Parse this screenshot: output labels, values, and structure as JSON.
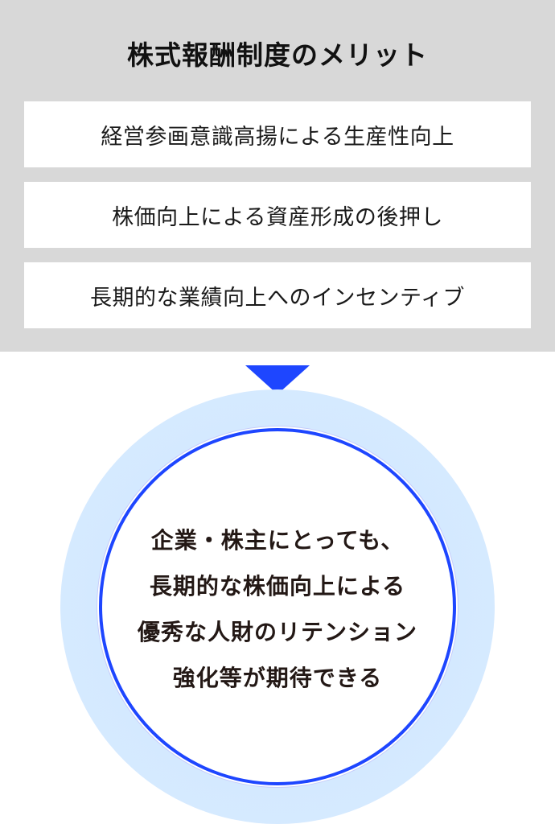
{
  "header": {
    "title": "株式報酬制度のメリット"
  },
  "merits": [
    {
      "label": "経営参画意識高揚による生産性向上"
    },
    {
      "label": "株価向上による資産形成の後押し"
    },
    {
      "label": "長期的な業績向上へのインセンティブ"
    }
  ],
  "arrow": {
    "icon": "triangle-down-icon",
    "color": "#1e46ff"
  },
  "result": {
    "lines": [
      "企業・株主にとっても、",
      "長期的な株価向上による",
      "優秀な人財のリテンション",
      "強化等が期待できる"
    ],
    "border_color": "#1e46ff",
    "glow_color": "#d6eaff"
  },
  "colors": {
    "panel_background": "#d8d8d8",
    "box_background": "#ffffff",
    "text": "#231815"
  }
}
